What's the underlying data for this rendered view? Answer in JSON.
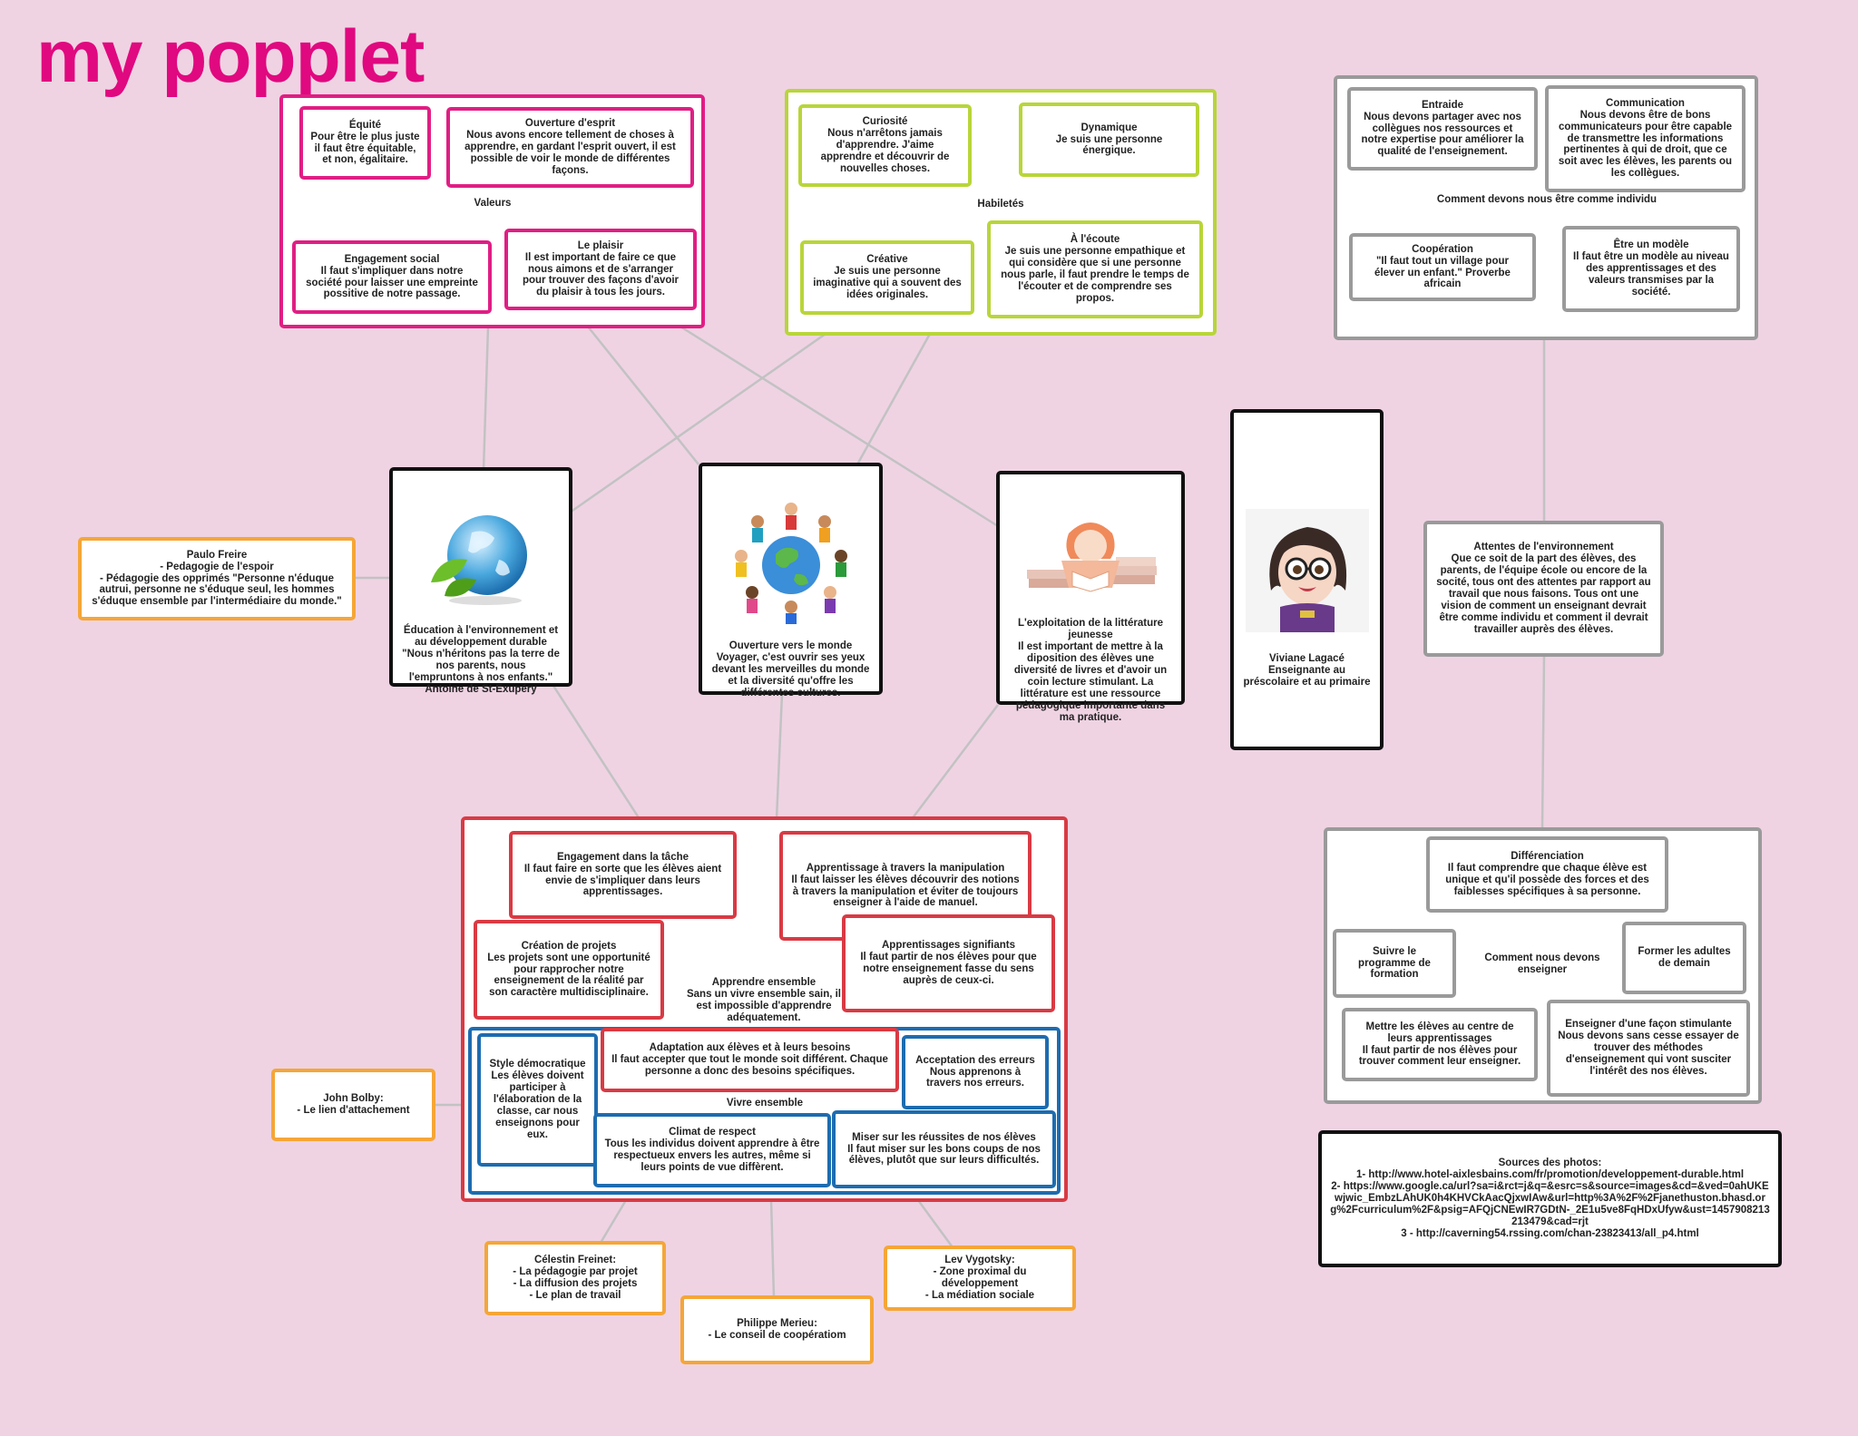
{
  "title": "my popplet",
  "colors": {
    "background": "#efd3e3",
    "title": "#e0097f",
    "pink": "#e01e84",
    "lime": "#b8d53a",
    "gray": "#9a9a9a",
    "red": "#d93a44",
    "blue": "#1d6cb0",
    "orange": "#f5a637",
    "black": "#111111",
    "connector": "#c2c2c2"
  },
  "valeurs": {
    "label": "Valeurs",
    "equite": "Équité\nPour être le plus juste il faut être équitable, et non, égalitaire.",
    "ouverture": "Ouverture d'esprit\nNous avons encore tellement de choses à apprendre, en gardant l'esprit ouvert, il est possible de voir le monde de différentes façons.",
    "engagement_social": "Engagement social\nIl faut s'impliquer dans notre société pour laisser une empreinte possitive de notre passage.",
    "plaisir": "Le plaisir\nIl est important de faire ce que nous aimons et de s'arranger pour trouver des façons d'avoir du plaisir à tous les jours."
  },
  "habiletes": {
    "label": "Habiletés",
    "curiosite": "Curiosité\nNous n'arrêtons jamais d'apprendre. J'aime apprendre et découvrir de nouvelles choses.",
    "dynamique": "Dynamique\nJe suis une personne énergique.",
    "creative": "Créative\nJe suis une personne imaginative qui a souvent des idées originales.",
    "ecoute": "À l'écoute\nJe suis une personne empathique et qui considère que si une personne nous parle, il faut prendre le temps de l'écouter et de comprendre ses propos."
  },
  "individu": {
    "label": "Comment devons nous être comme individu",
    "entraide": "Entraide\nNous devons partager avec nos collègues nos ressources et notre expertise pour améliorer la qualité de l'enseignement.",
    "communication": "Communication\nNous devons être de bons communicateurs pour être capable de transmettre les informations pertinentes à qui de droit, que ce soit avec les élèves, les parents ou les collègues.",
    "cooperation": "Coopération\n\"Il faut tout un village pour élever un enfant.\" Proverbe africain",
    "modele": "Être un modèle\nIl faut être un modèle au niveau des apprentissages et des valeurs transmises par la société."
  },
  "education_env": "Éducation à l'environnement et au développement durable\n\"Nous n'héritons pas la terre de nos parents, nous l'empruntons à nos enfants.\"\nAntoine de St-Exupéry",
  "ouverture_monde": "Ouverture vers le monde\nVoyager, c'est ouvrir ses yeux devant les merveilles du monde et la diversité qu'offre les différentes cultures.",
  "litterature": "L'exploitation de la littérature jeunesse\nIl est important de mettre à la diposition des élèves une diversité de livres et d'avoir un coin lecture stimulant. La littérature est une ressource pédagogique importante dans ma pratique.",
  "profile": "Viviane Lagacé\nEnseignante au préscolaire et au primaire",
  "attentes": "Attentes de l'environnement\nQue ce soit de la part des élèves, des parents, de l'équipe école ou encore de la socité, tous ont des attentes par rapport au travail que nous faisons. Tous ont une vision de comment un enseignant devrait être comme individu et comment il devrait travailler auprès des élèves.",
  "paulo": "Paulo Freire\n- Pedagogie de l'espoir\n- Pédagogie des opprimés \"Personne n'éduque autrui, personne ne s'éduque seul, les hommes s'éduque ensemble par l'intermédiaire du monde.\"",
  "enseigner": {
    "label": "Comment nous devons enseigner",
    "differenciation": "Différenciation\nIl faut comprendre que chaque élève est unique et qu'il possède des forces et des faiblesses spécifiques à sa personne.",
    "suivre": "Suivre le programme de formation",
    "former": "Former les adultes de demain",
    "centre": "Mettre les élèves au centre de leurs apprentissages\nIl faut partir de nos élèves pour trouver comment leur enseigner.",
    "stimulante": "Enseigner d'une façon stimulante\nNous devons sans cesse essayer de trouver des méthodes d'enseignement qui vont susciter l'intérêt des nos élèves."
  },
  "apprendre": {
    "label": "Apprendre ensemble\nSans un vivre ensemble sain, il est impossible d'apprendre adéquatement.",
    "engagement_tache": "Engagement dans la tâche\nIl faut faire en sorte que les élèves aient envie de s'impliquer dans leurs apprentissages.",
    "manipulation": "Apprentissage à travers la manipulation\nIl faut laisser les élèves découvrir des notions à travers la manipulation et éviter de toujours enseigner à l'aide de manuel.",
    "projets": "Création de projets\nLes projets sont une opportunité pour rapprocher notre enseignement de la réalité par son caractère multidisciplinaire.",
    "signifiants": "Apprentissages signifiants\nIl faut partir de nos élèves pour que notre enseignement fasse du sens auprès de ceux-ci."
  },
  "vivre": {
    "label": "Vivre ensemble",
    "style": "Style démocratique\nLes élèves doivent participer à l'élaboration de la classe, car nous enseignons pour eux.",
    "adaptation": "Adaptation aux élèves et à leurs besoins\nIl faut accepter que tout le monde soit différent. Chaque personne a donc des besoins spécifiques.",
    "acceptation": "Acceptation des erreurs\nNous apprenons à travers nos erreurs.",
    "climat": "Climat de respect\nTous les individus doivent apprendre à être respectueux envers les autres, même si leurs points de vue diffèrent.",
    "reussites": "Miser sur les réussites de nos élèves\nIl faut miser sur les bons coups de nos élèves, plutôt que sur leurs difficultés."
  },
  "bolby": "John Bolby:\n- Le lien d'attachement",
  "freinet": "Célestin Freinet:\n- La pédagogie par projet\n- La diffusion des projets\n- Le plan de travail",
  "merieu": "Philippe Merieu:\n- Le conseil de coopératiom",
  "vygotsky": "Lev Vygotsky:\n- Zone proximal du développement\n- La médiation sociale",
  "sources": "Sources des photos:\n1- http://www.hotel-aixlesbains.com/fr/promotion/developpement-durable.html\n2- https://www.google.ca/url?sa=i&rct=j&q=&esrc=s&source=images&cd=&ved=0ahUKEwjwic_EmbzLAhUK0h4KHVCkAacQjxwIAw&url=http%3A%2F%2Fjanethuston.bhasd.org%2Fcurriculum%2F&psig=AFQjCNEwIR7GDtN-_2E1u5ve8FqHDxUfyw&ust=1457908213213479&cad=rjt\n3 - http://caverning54.rssing.com/chan-23823413/all_p4.html",
  "icons": [
    "earth-globe-icon",
    "children-around-globe-icon",
    "child-reading-books-icon",
    "teacher-avatar-icon"
  ]
}
